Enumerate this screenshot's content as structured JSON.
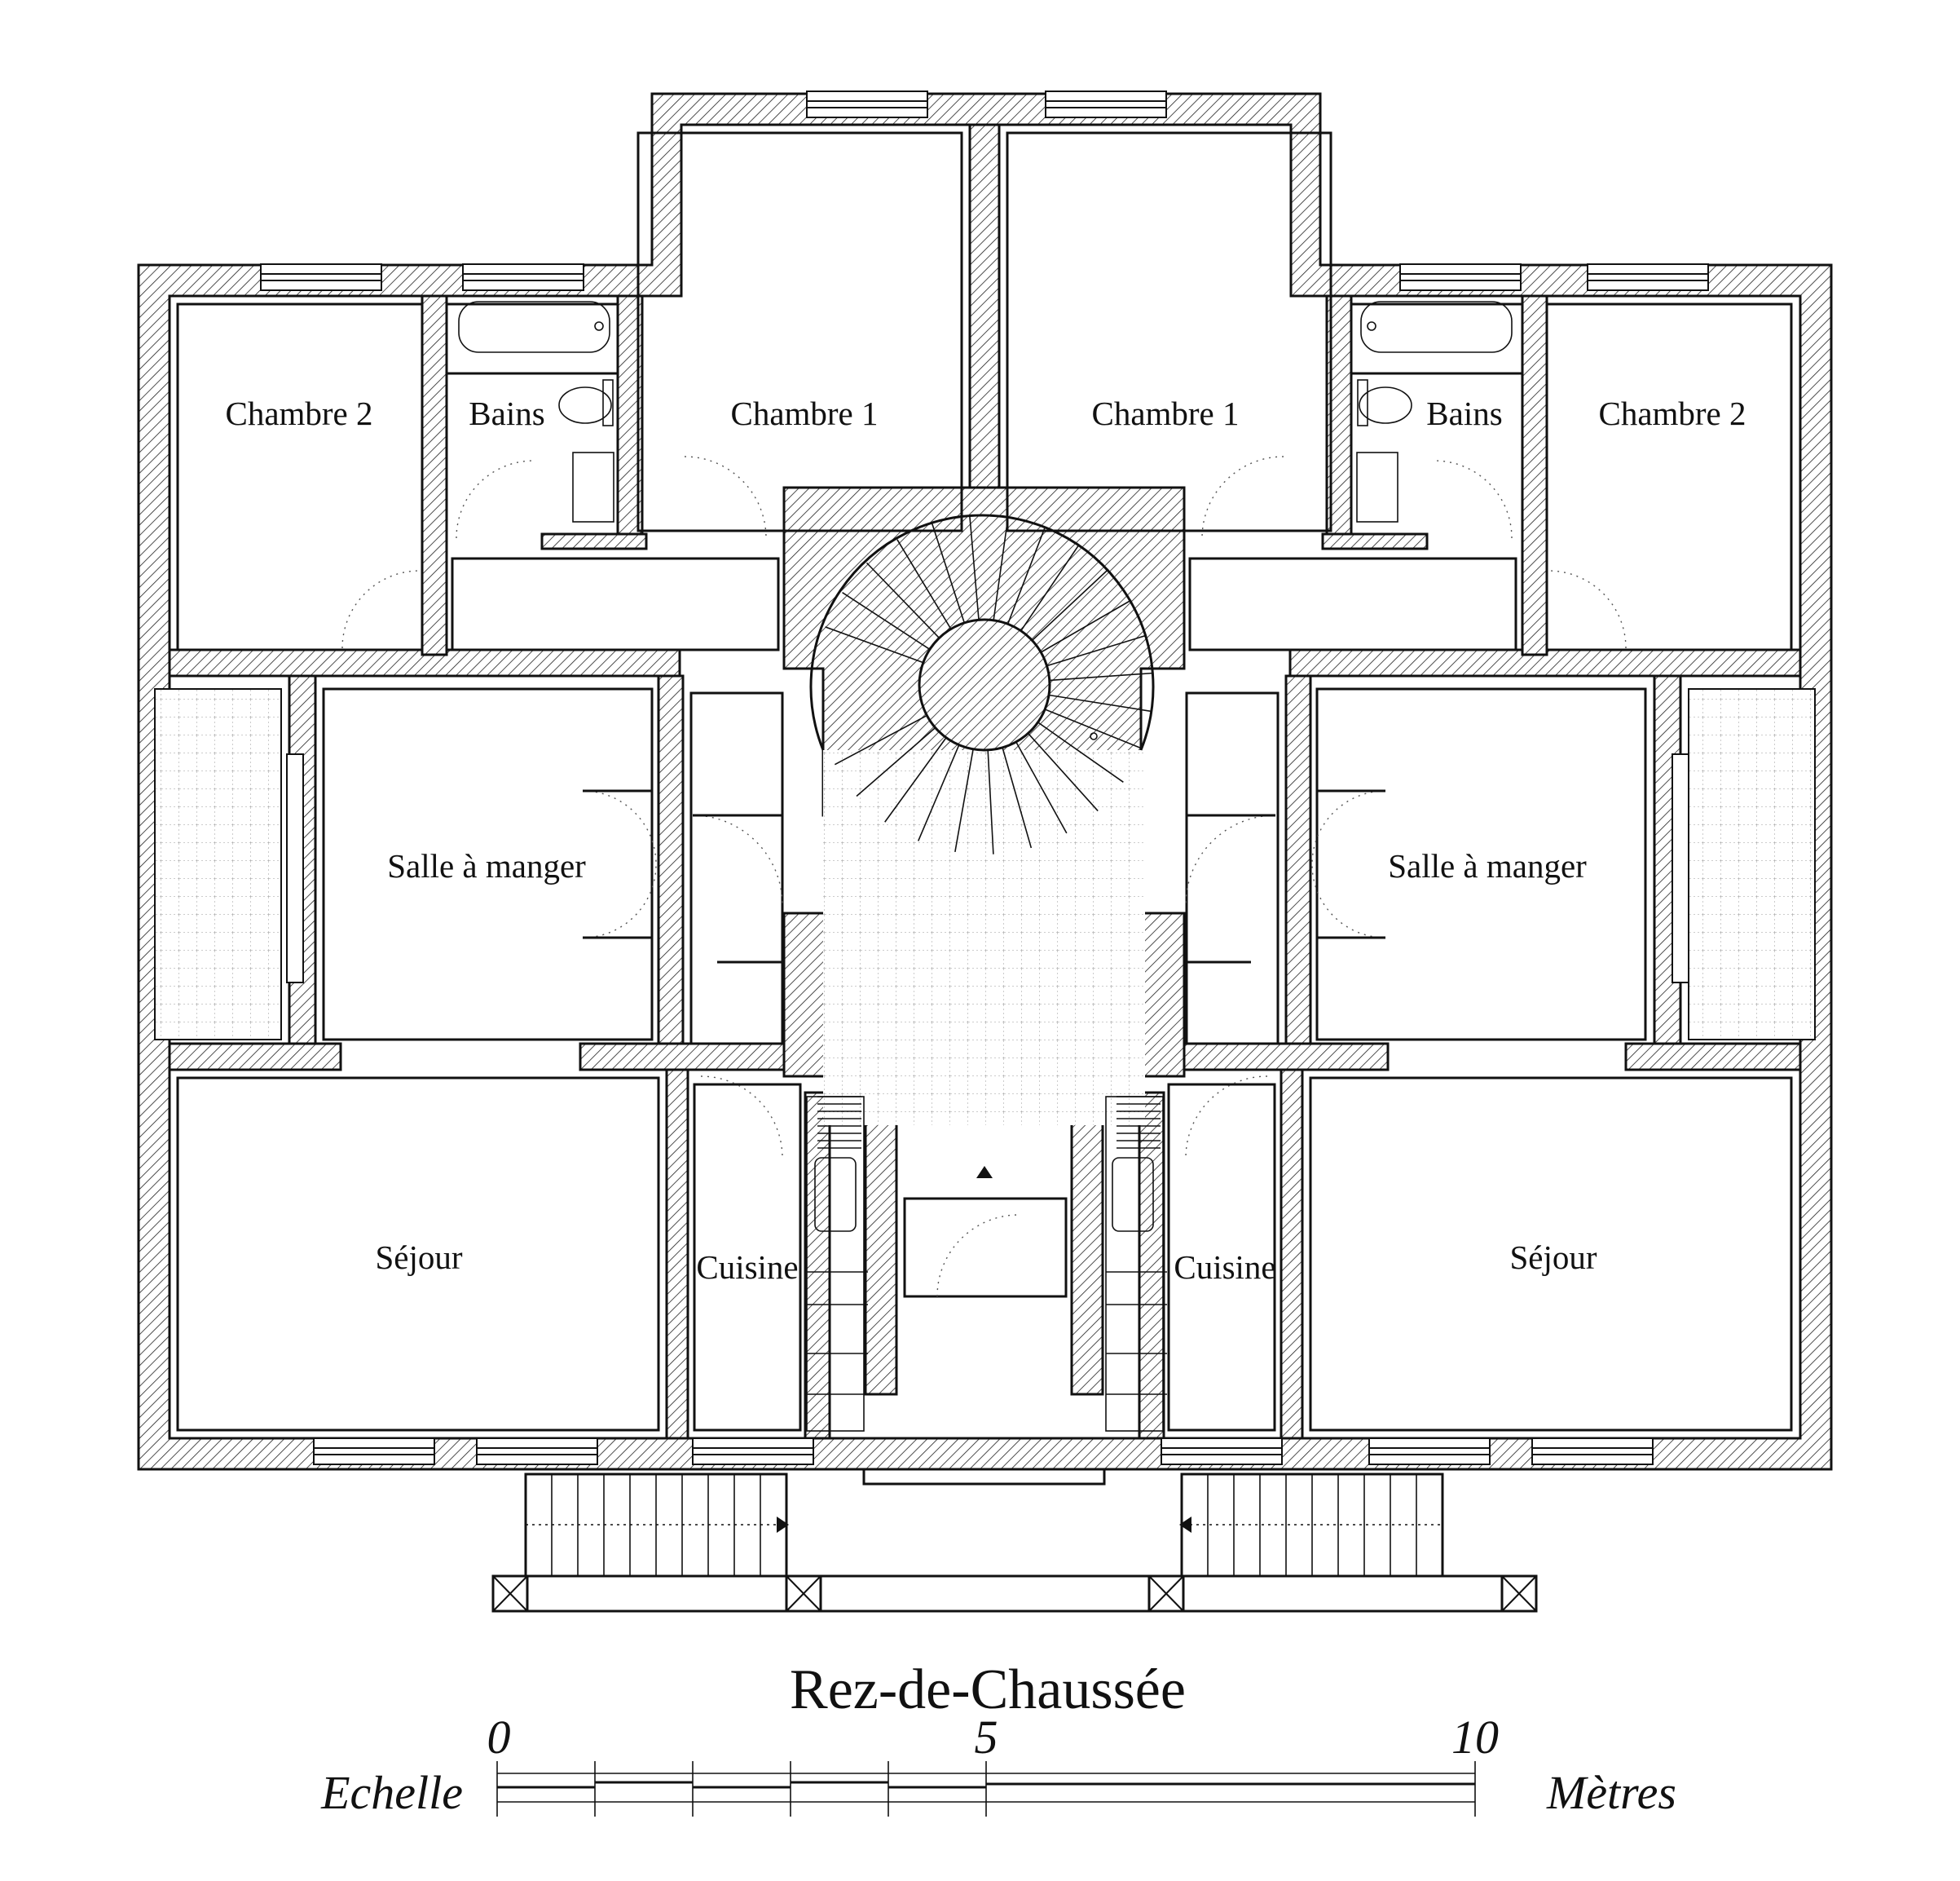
{
  "title": "Rez-de-Chaussée",
  "rooms": {
    "left_chambre2": "Chambre 2",
    "left_bains": "Bains",
    "left_chambre1": "Chambre 1",
    "right_chambre1": "Chambre 1",
    "right_bains": "Bains",
    "right_chambre2": "Chambre 2",
    "left_salle": "Salle à manger",
    "right_salle": "Salle à manger",
    "left_sejour": "Séjour",
    "right_sejour": "Séjour",
    "left_cuisine": "Cuisine",
    "right_cuisine": "Cuisine"
  },
  "scale": {
    "left_label": "Echelle",
    "right_label": "Mètres",
    "tick_0": "0",
    "tick_5": "5",
    "tick_10": "10"
  }
}
